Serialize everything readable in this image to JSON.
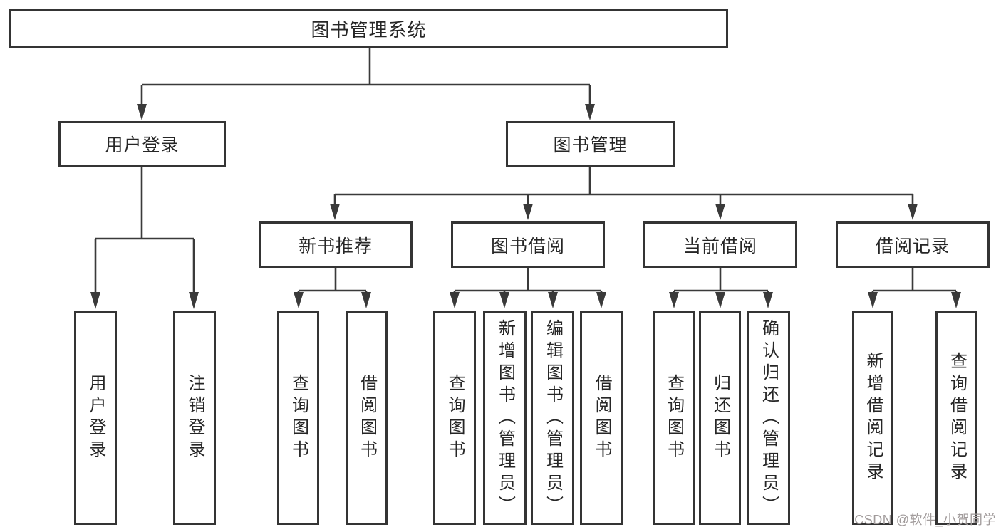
{
  "root": {
    "label": "图书管理系统"
  },
  "branches": {
    "user_login": {
      "label": "用户登录",
      "children": [
        "用户登录",
        "注销登录"
      ]
    },
    "book_management": {
      "label": "图书管理",
      "sections": {
        "new_book": {
          "label": "新书推荐",
          "children": [
            "查询图书",
            "借阅图书"
          ]
        },
        "book_borrow": {
          "label": "图书借阅",
          "children": [
            "查询图书",
            "新增图书（管理员）",
            "编辑图书（管理员）",
            "借阅图书"
          ]
        },
        "current_borrow": {
          "label": "当前借阅",
          "children": [
            "查询图书",
            "归还图书",
            "确认归还（管理员）"
          ]
        },
        "borrow_records": {
          "label": "借阅记录",
          "children": [
            "新增借阅记录",
            "查询借阅记录"
          ]
        }
      }
    }
  },
  "line_color": "#3a3a3a",
  "watermark": "CSDN @软件_小贺同学"
}
